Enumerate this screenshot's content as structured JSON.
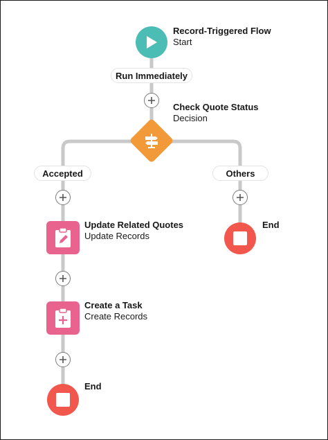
{
  "start": {
    "title": "Record-Triggered Flow",
    "subtitle": "Start",
    "icon": "play-icon"
  },
  "trigger": {
    "label": "Run Immediately"
  },
  "decision": {
    "title": "Check Quote Status",
    "subtitle": "Decision",
    "icon": "decision-icon"
  },
  "branches": {
    "left_label": "Accepted",
    "right_label": "Others"
  },
  "update_records": {
    "title": "Update Related Quotes",
    "subtitle": "Update Records",
    "icon": "edit-clipboard-icon"
  },
  "create_records": {
    "title": "Create a Task",
    "subtitle": "Create Records",
    "icon": "add-clipboard-icon"
  },
  "end_left": {
    "title": "End",
    "icon": "stop-icon"
  },
  "end_right": {
    "title": "End",
    "icon": "stop-icon"
  },
  "add_element_icon": "plus-icon",
  "colors": {
    "start": "#4bbdb5",
    "decision": "#f29a3a",
    "records": "#e8648f",
    "end": "#f2574d",
    "connector": "#c9c9c9"
  }
}
